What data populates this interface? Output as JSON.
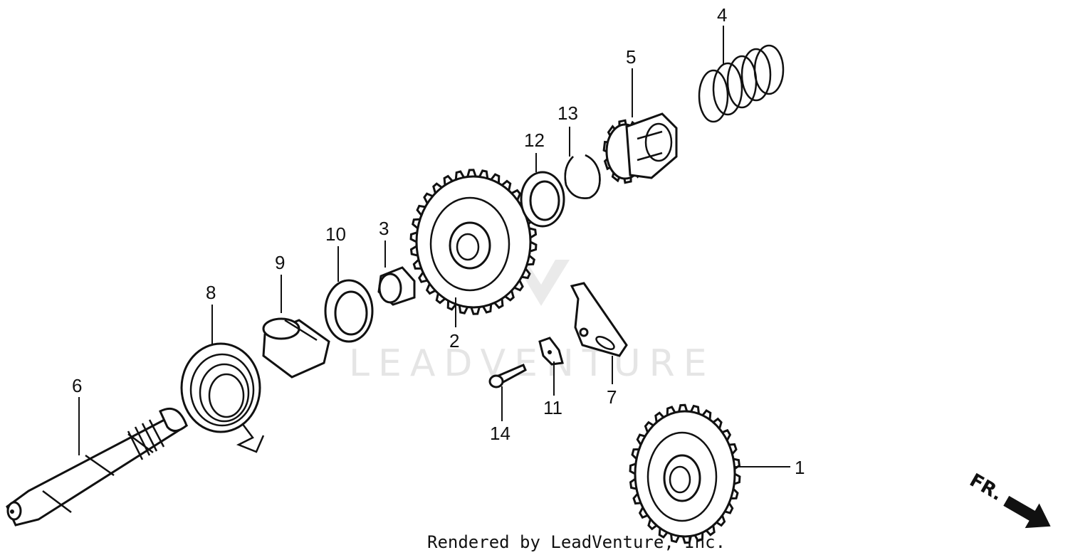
{
  "diagram": {
    "watermark": "LEADVENTURE",
    "credit": "Rendered by LeadVenture, Inc.",
    "direction_label": "FR.",
    "callouts": [
      "1",
      "2",
      "3",
      "4",
      "5",
      "6",
      "7",
      "8",
      "9",
      "10",
      "11",
      "12",
      "13",
      "14"
    ]
  }
}
